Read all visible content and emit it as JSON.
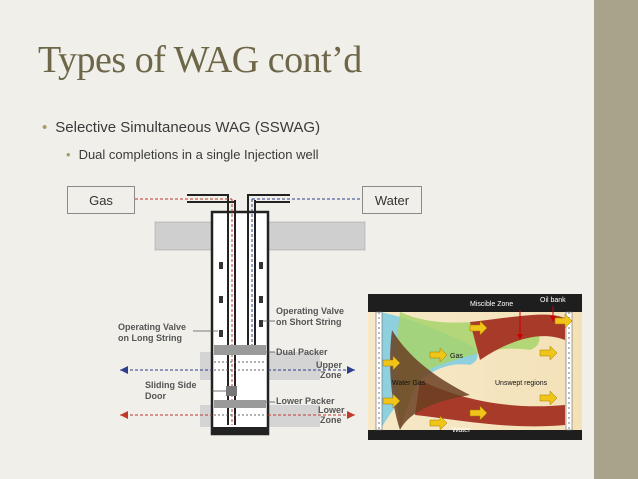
{
  "slide": {
    "title": "Types of WAG cont’d",
    "bullet_1": "Selective Simultaneous WAG  (SSWAG)",
    "bullet_2": "Dual completions in a single Injection well",
    "bullet_symbol": "•"
  },
  "diagram": {
    "gas_label": "Gas",
    "water_label": "Water",
    "operating_valve_long_1": "Operating Valve",
    "operating_valve_long_2": "on Long String",
    "operating_valve_short_1": "Operating Valve",
    "operating_valve_short_2": "on Short String",
    "dual_packer": "Dual Packer",
    "upper_zone_1": "Upper",
    "upper_zone_2": "Zone",
    "sliding_side_door_1": "Sliding Side",
    "sliding_side_door_2": "Door",
    "lower_packer": "Lower Packer",
    "lower_zone_1": "Lower",
    "lower_zone_2": "Zone"
  },
  "reservoir": {
    "miscible_zone": "Miscible Zone",
    "oil_bank": "Oil bank",
    "gas": "Gas",
    "water": "Water",
    "water_gas": "Water  Gas",
    "unswept": "Unswept regions"
  },
  "colors": {
    "background": "#f0efea",
    "side_bar": "#a9a38c",
    "title": "#6d6649",
    "gas_line": "#c0392b",
    "water_line": "#2c3e8c"
  }
}
